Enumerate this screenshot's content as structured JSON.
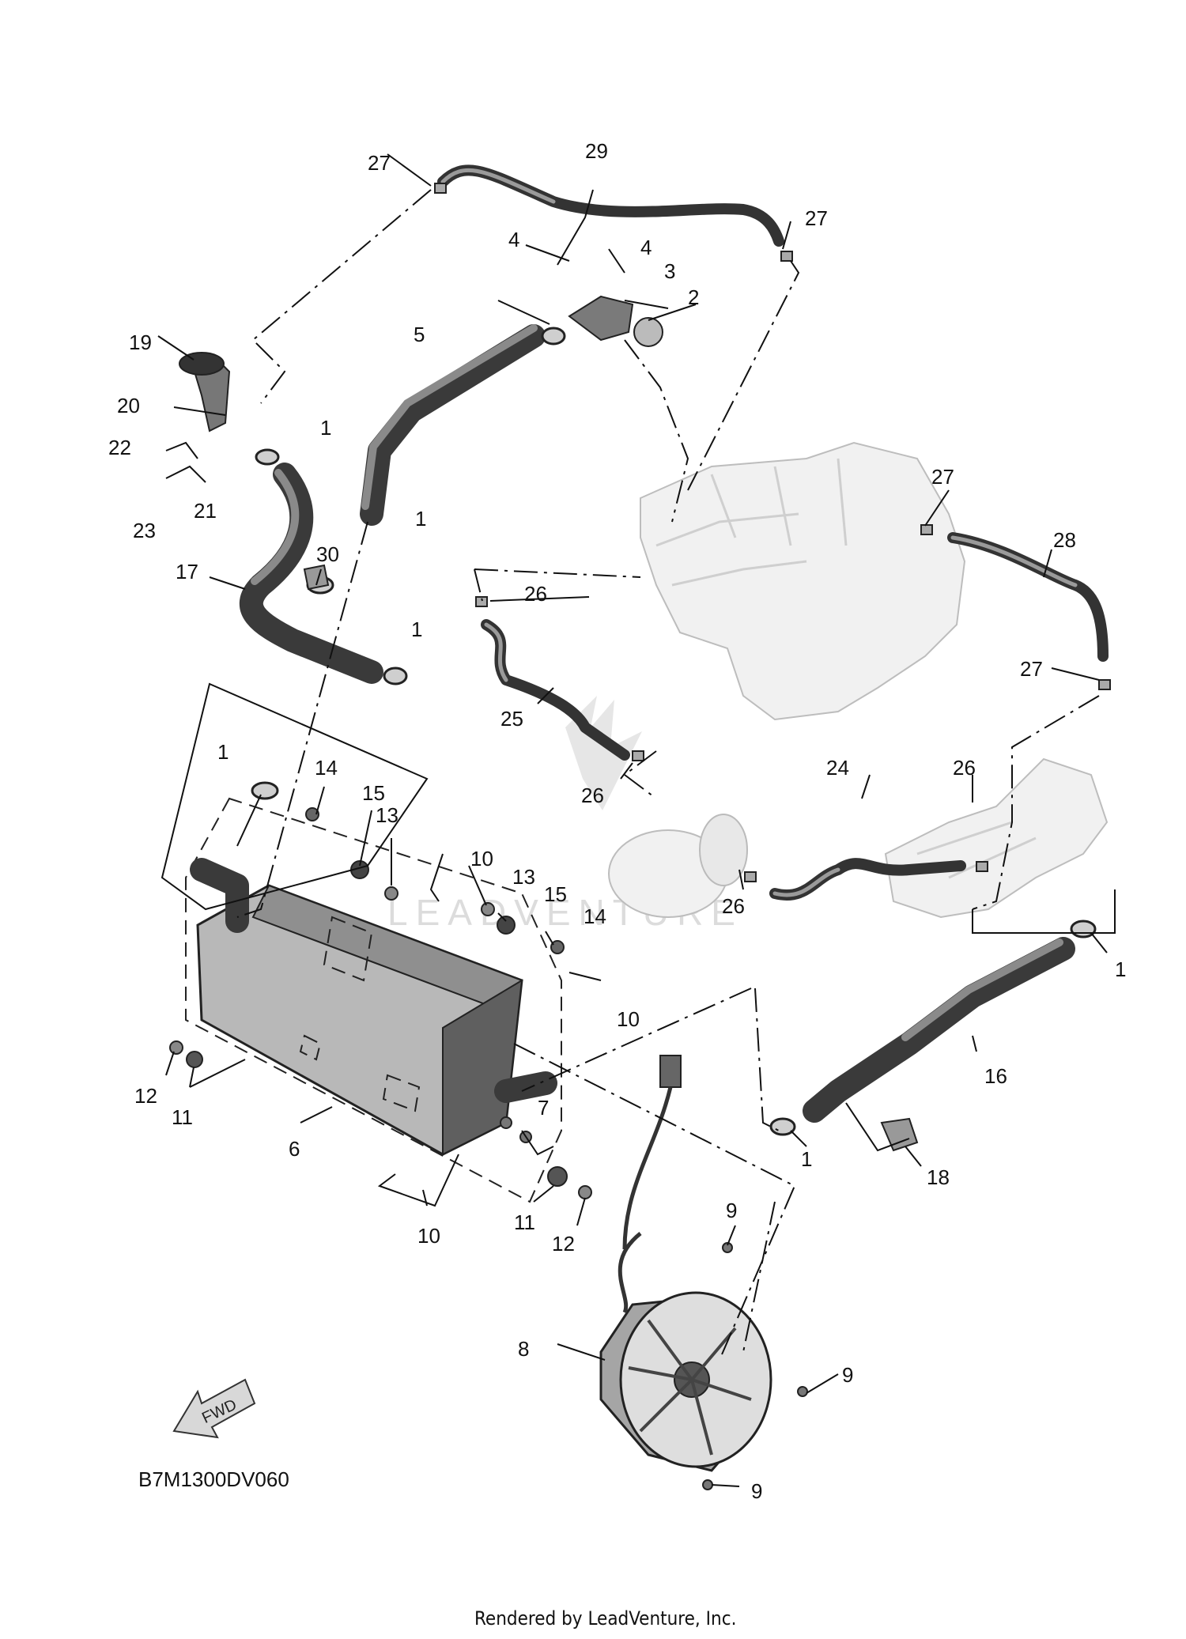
{
  "diagram": {
    "drawing_code": "B7M1300DV060",
    "direction_label": "FWD",
    "footer": "Rendered by LeadVenture, Inc.",
    "watermark": "LEADVENTURE",
    "callouts": [
      {
        "id": "c1a",
        "text": "1"
      },
      {
        "id": "c1b",
        "text": "1"
      },
      {
        "id": "c1c",
        "text": "1"
      },
      {
        "id": "c1d",
        "text": "1"
      },
      {
        "id": "c1e",
        "text": "1"
      },
      {
        "id": "c1f",
        "text": "1"
      },
      {
        "id": "c2",
        "text": "2"
      },
      {
        "id": "c3",
        "text": "3"
      },
      {
        "id": "c4a",
        "text": "4"
      },
      {
        "id": "c4b",
        "text": "4"
      },
      {
        "id": "c5",
        "text": "5"
      },
      {
        "id": "c6",
        "text": "6"
      },
      {
        "id": "c7",
        "text": "7"
      },
      {
        "id": "c8",
        "text": "8"
      },
      {
        "id": "c9a",
        "text": "9"
      },
      {
        "id": "c9b",
        "text": "9"
      },
      {
        "id": "c9c",
        "text": "9"
      },
      {
        "id": "c10a",
        "text": "10"
      },
      {
        "id": "c10b",
        "text": "10"
      },
      {
        "id": "c10c",
        "text": "10"
      },
      {
        "id": "c11a",
        "text": "11"
      },
      {
        "id": "c11b",
        "text": "11"
      },
      {
        "id": "c12a",
        "text": "12"
      },
      {
        "id": "c12b",
        "text": "12"
      },
      {
        "id": "c13a",
        "text": "13"
      },
      {
        "id": "c13b",
        "text": "13"
      },
      {
        "id": "c14a",
        "text": "14"
      },
      {
        "id": "c14b",
        "text": "14"
      },
      {
        "id": "c15a",
        "text": "15"
      },
      {
        "id": "c15b",
        "text": "15"
      },
      {
        "id": "c16",
        "text": "16"
      },
      {
        "id": "c17",
        "text": "17"
      },
      {
        "id": "c18",
        "text": "18"
      },
      {
        "id": "c19",
        "text": "19"
      },
      {
        "id": "c20",
        "text": "20"
      },
      {
        "id": "c21",
        "text": "21"
      },
      {
        "id": "c22",
        "text": "22"
      },
      {
        "id": "c23",
        "text": "23"
      },
      {
        "id": "c24",
        "text": "24"
      },
      {
        "id": "c25",
        "text": "25"
      },
      {
        "id": "c26a",
        "text": "26"
      },
      {
        "id": "c26b",
        "text": "26"
      },
      {
        "id": "c26c",
        "text": "26"
      },
      {
        "id": "c26d",
        "text": "26"
      },
      {
        "id": "c27a",
        "text": "27"
      },
      {
        "id": "c27b",
        "text": "27"
      },
      {
        "id": "c27c",
        "text": "27"
      },
      {
        "id": "c27d",
        "text": "27"
      },
      {
        "id": "c28",
        "text": "28"
      },
      {
        "id": "c29",
        "text": "29"
      },
      {
        "id": "c30",
        "text": "30"
      }
    ]
  }
}
